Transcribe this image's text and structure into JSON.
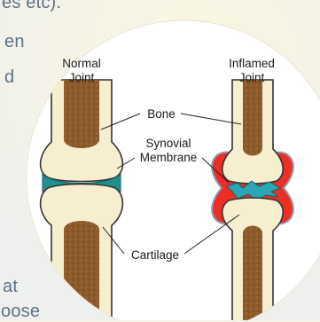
{
  "background_text": {
    "line1": "es etc).",
    "line2": "en",
    "line3": "d",
    "line4": "at",
    "line5": "oose"
  },
  "diagram": {
    "normal_title_line1": "Normal",
    "normal_title_line2": "Joint",
    "inflamed_title_line1": "Inflamed",
    "inflamed_title_line2": "Joint",
    "label_bone": "Bone",
    "label_synovial_line1": "Synovial",
    "label_synovial_line2": "Membrane",
    "label_cartilage": "Cartilage"
  },
  "colors": {
    "circle_fill": "#ffffff",
    "bone_shell": "#f7eecf",
    "marrow": "#8b5a2b",
    "cartilage_normal": "#1f8f8f",
    "cartilage_inflamed": "#2aa6b4",
    "synovial_inflamed": "#ee2d24",
    "capsule": "#b9c2d3"
  }
}
